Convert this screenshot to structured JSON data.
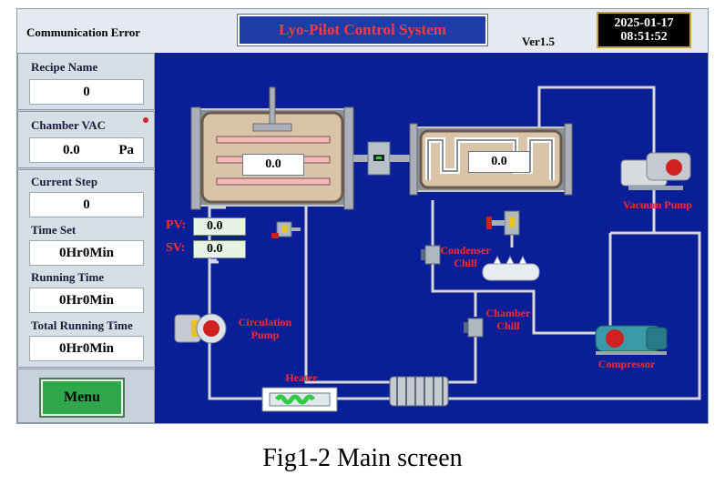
{
  "header": {
    "status_text": "Communication Error",
    "title": "Lyo-Pilot Control System",
    "version": "Ver1.5",
    "date": "2025-01-17",
    "time": "08:51:52"
  },
  "sidebar": {
    "recipe_name": {
      "label": "Recipe Name",
      "value": "0"
    },
    "chamber_vac": {
      "label": "Chamber VAC",
      "value": "0.0",
      "unit": "Pa"
    },
    "current_step": {
      "label": "Current Step",
      "value": "0"
    },
    "time_set": {
      "label": "Time Set",
      "value": "0Hr0Min"
    },
    "running_time": {
      "label": "Running Time",
      "value": "0Hr0Min"
    },
    "total_running_time": {
      "label": "Total Running Time",
      "value": "0Hr0Min"
    },
    "menu_label": "Menu"
  },
  "diagram": {
    "chamber_value": "0.0",
    "condenser_value": "0.0",
    "pv_label": "PV:",
    "pv_value": "0.0",
    "sv_label": "SV:",
    "sv_value": "0.0",
    "labels": {
      "vacuum_pump": "Vacuum Pump",
      "condenser_chill_1": "Condenser",
      "condenser_chill_2": "Chill",
      "chamber_chill_1": "Chamber",
      "chamber_chill_2": "Chill",
      "circulation_pump_1": "Circulation",
      "circulation_pump_2": "Pump",
      "compressor": "Compressor",
      "heater": "Heater"
    }
  },
  "caption": "Fig1-2 Main screen",
  "colors": {
    "canvas": "#0a1e98",
    "pipe": "#d8d8d8",
    "label_red": "#ff2a2a",
    "menu_green": "#2ea84a"
  }
}
